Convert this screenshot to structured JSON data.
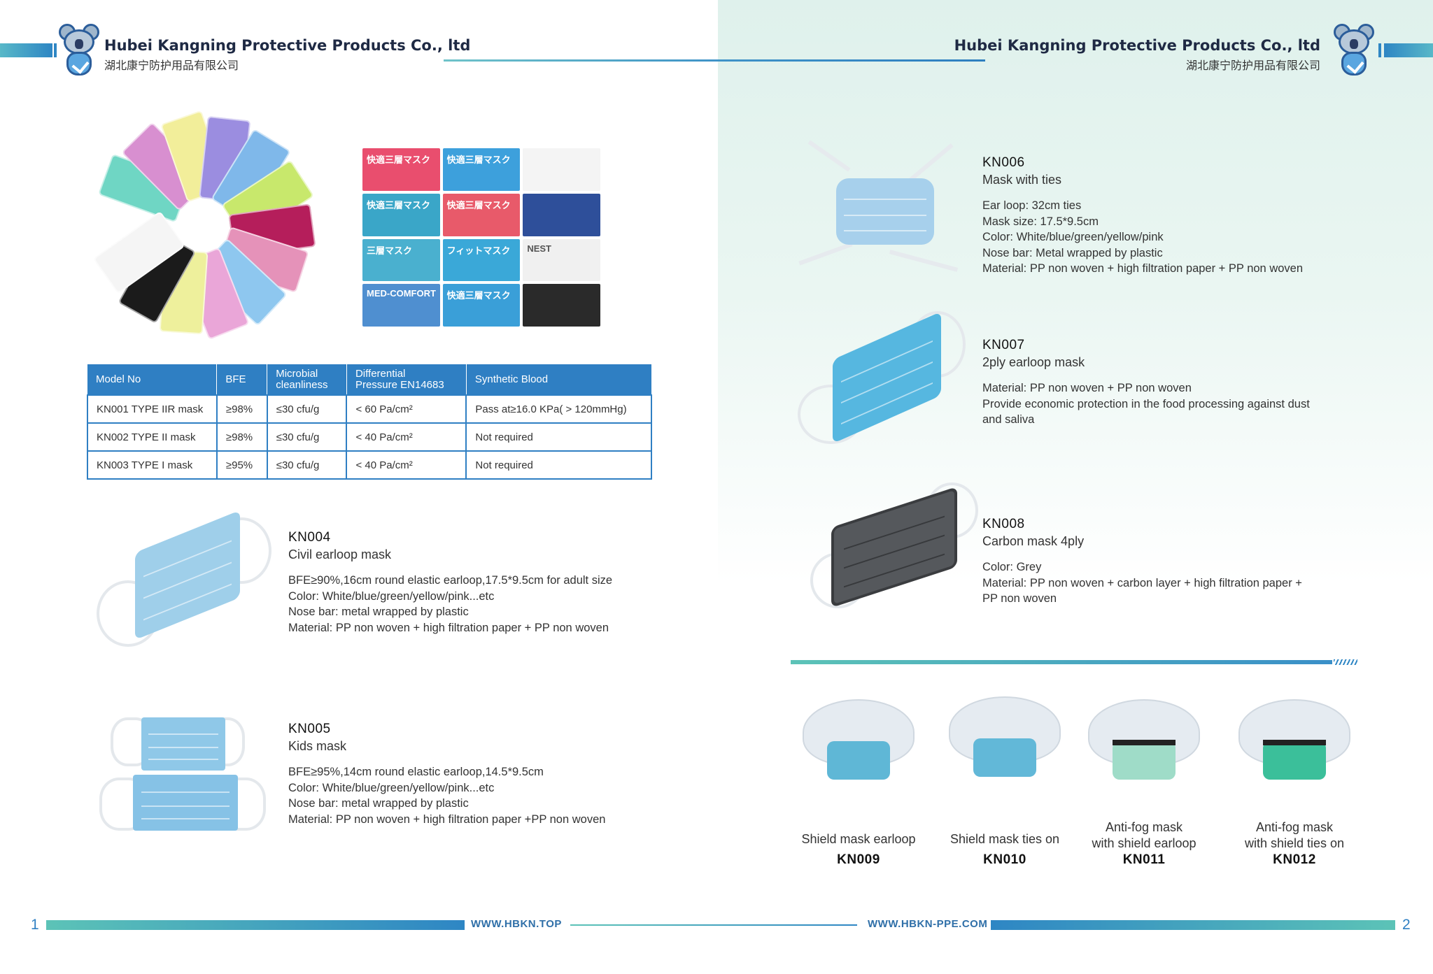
{
  "header": {
    "company_en": "Hubei Kangning Protective Products Co., ltd",
    "company_cn": "湖北康宁防护用品有限公司"
  },
  "table": {
    "columns": [
      "Model No",
      "BFE",
      "Microbial cleanliness",
      "Differential Pressure EN14683",
      "Synthetic Blood"
    ],
    "column_lines": [
      [
        "Model No"
      ],
      [
        "BFE"
      ],
      [
        "Microbial",
        "cleanliness"
      ],
      [
        "Differential",
        "Pressure EN14683"
      ],
      [
        "Synthetic Blood"
      ]
    ],
    "rows": [
      [
        "KN001 TYPE IIR mask",
        "≥98%",
        "≤30 cfu/g",
        "< 60 Pa/cm²",
        "Pass at≥16.0 KPa( > 120mmHg)"
      ],
      [
        "KN002 TYPE II mask",
        "≥98%",
        "≤30 cfu/g",
        "< 40 Pa/cm²",
        "Not required"
      ],
      [
        "KN003 TYPE I mask",
        "≥95%",
        "≤30 cfu/g",
        "< 40 Pa/cm²",
        "Not required"
      ]
    ]
  },
  "products": {
    "kn004": {
      "code": "KN004",
      "name": "Civil earloop mask",
      "lines": [
        "BFE≥90%,16cm round elastic earloop,17.5*9.5cm for adult size",
        "Color: White/blue/green/yellow/pink...etc",
        "Nose bar: metal wrapped by plastic",
        "Material: PP non woven + high filtration paper + PP non woven"
      ]
    },
    "kn005": {
      "code": "KN005",
      "name": "Kids mask",
      "lines": [
        "BFE≥95%,14cm round elastic earloop,14.5*9.5cm",
        "Color: White/blue/green/yellow/pink...etc",
        "Nose bar: metal wrapped by plastic",
        "Material: PP non woven + high filtration paper +PP non woven"
      ]
    },
    "kn006": {
      "code": "KN006",
      "name": "Mask with ties",
      "lines": [
        "Ear loop: 32cm ties",
        "Mask size: 17.5*9.5cm",
        "Color: White/blue/green/yellow/pink",
        "Nose bar: Metal wrapped by plastic",
        "Material: PP non woven + high filtration paper + PP non woven"
      ]
    },
    "kn007": {
      "code": "KN007",
      "name": "2ply earloop mask",
      "lines": [
        "Material: PP non woven + PP non woven",
        "Provide economic protection in the food processing against dust",
        "and saliva"
      ]
    },
    "kn008": {
      "code": "KN008",
      "name": "Carbon mask 4ply",
      "lines": [
        "Color: Grey",
        "Material: PP non woven + carbon layer + high filtration paper +",
        "PP non woven"
      ]
    }
  },
  "shields": [
    {
      "caption": [
        "Shield mask earloop"
      ],
      "code": "KN009",
      "face_color": "#5fb7d6",
      "strip": false
    },
    {
      "caption": [
        "Shield mask ties on"
      ],
      "code": "KN010",
      "face_color": "#62b8d8",
      "strip": false
    },
    {
      "caption": [
        "Anti-fog mask",
        "with shield earloop"
      ],
      "code": "KN011",
      "face_color": "#9fdcc8",
      "strip": true
    },
    {
      "caption": [
        "Anti-fog mask",
        "with shield ties on"
      ],
      "code": "KN012",
      "face_color": "#3bbf9a",
      "strip": true
    }
  ],
  "box_labels": [
    "快適三層マスク",
    "快適三層マスク",
    "",
    "快適三層マスク",
    "快適三層マスク",
    "",
    "三層マスク",
    "フィットマスク",
    "NEST",
    "MED-COMFORT",
    "快適三層マスク",
    ""
  ],
  "footer": {
    "page_left": "1",
    "page_right": "2",
    "url_left": "WWW.HBKN.TOP",
    "url_right": "WWW.HBKN-PPE.COM"
  },
  "colors": {
    "accent_blue": "#2f7fc3",
    "accent_teal": "#5cc3b7",
    "fan_masks": [
      "#6fd6c4",
      "#d88fd0",
      "#f2ee9a",
      "#9b8de0",
      "#7fb8ea",
      "#c8e86c",
      "#b51e5b",
      "#e592b9",
      "#8ec7ef",
      "#eaa6d8",
      "#eef09c",
      "#1b1b1b",
      "#f5f5f5"
    ],
    "box_colors": [
      "#e94e6e",
      "#3da0dc",
      "#f4f4f4",
      "#3aa6c8",
      "#e85a6a",
      "#2e4f9a",
      "#4ab0cf",
      "#3aa8d8",
      "#f0f0f0",
      "#4f8fd0",
      "#3a9fd8",
      "#2a2a2a"
    ]
  }
}
